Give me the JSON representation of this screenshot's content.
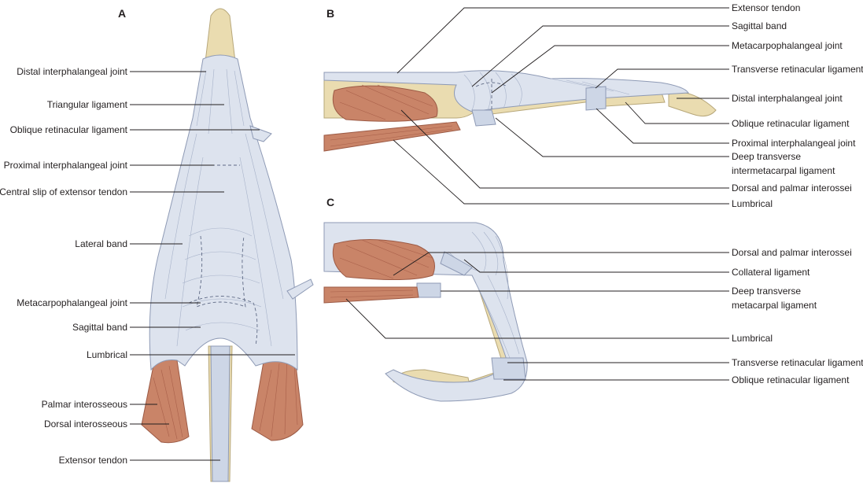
{
  "panels": {
    "a": "A",
    "b": "B",
    "c": "C"
  },
  "panel_a": {
    "labels": [
      "Distal interphalangeal joint",
      "Triangular ligament",
      "Oblique retinacular ligament",
      "Proximal interphalangeal joint",
      "Central slip of extensor tendon",
      "Lateral band",
      "Metacarpophalangeal joint",
      "Sagittal band",
      "Lumbrical",
      "Palmar interosseous",
      "Dorsal interosseous",
      "Extensor tendon"
    ]
  },
  "panel_b": {
    "labels": [
      "Extensor tendon",
      "Sagittal band",
      "Metacarpophalangeal joint",
      "Transverse retinacular ligament",
      "Distal interphalangeal joint",
      "Oblique retinacular ligament",
      "Proximal interphalangeal joint",
      "Deep transverse",
      "intermetacarpal ligament",
      "Dorsal and palmar interossei",
      "Lumbrical"
    ]
  },
  "panel_c": {
    "labels": [
      "Dorsal and palmar interossei",
      "Collateral ligament",
      "Deep transverse",
      "metacarpal ligament",
      "Lumbrical",
      "Transverse retinacular ligament",
      "Oblique retinacular ligament"
    ]
  },
  "colors": {
    "bone": "#eadcb0",
    "tendon": "#dde3ee",
    "muscle": "#c98468",
    "leader": "#231f20"
  }
}
